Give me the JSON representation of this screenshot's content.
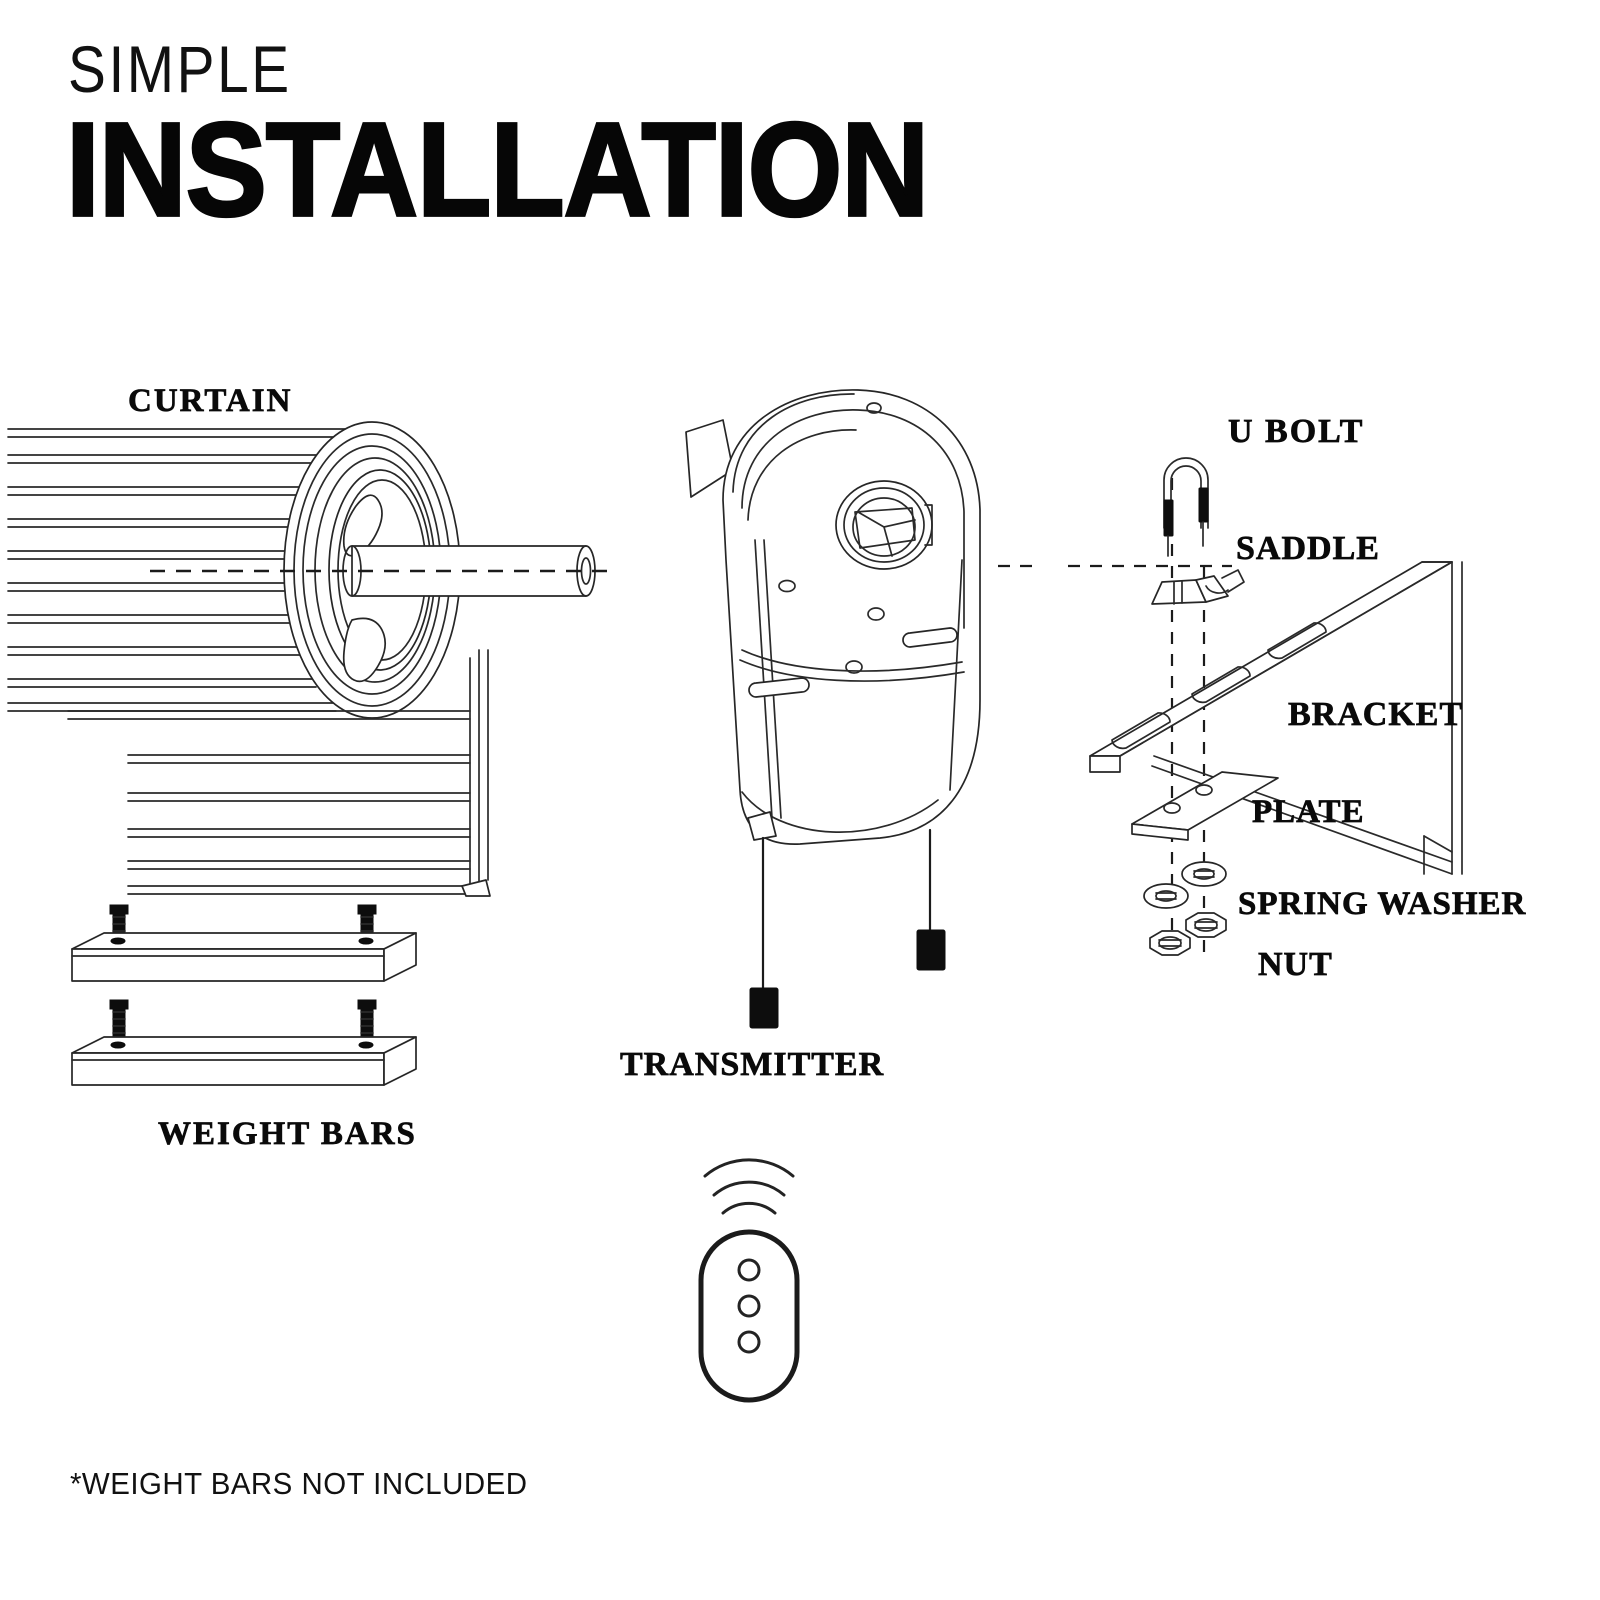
{
  "header": {
    "title_line1": "SIMPLE",
    "title_line2": "INSTALLATION"
  },
  "footnote": "*WEIGHT BARS NOT INCLUDED",
  "labels": {
    "curtain": "CURTAIN",
    "weight_bars": "WEIGHT   BARS",
    "transmitter": "TRANSMITTER",
    "u_bolt": "U BOLT",
    "saddle": "SADDLE",
    "bracket": "BRACKET",
    "plate": "PLATE",
    "spring_washer": "SPRING WASHER",
    "nut": "NUT"
  },
  "icons": {
    "curtain_roll": "rolled-shutter-curtain-icon",
    "curtain_endcap": "roller-endcap-icon",
    "curtain_shaft": "axle-shaft-icon",
    "curtain_centerline": "center-axis-dashed-line",
    "guide_rail": "guide-rail-icon",
    "weight_bar": "weight-bar-icon",
    "screw": "screw-icon",
    "motor": "tubular-motor-unit-icon",
    "motor_cord": "power-cord-icon",
    "motor_terminal": "cord-terminal-block-icon",
    "transmitter_body": "remote-control-icon",
    "transmitter_signal": "wireless-signal-icon",
    "transmitter_button": "remote-button-icon",
    "u_bolt": "u-bolt-icon",
    "saddle": "saddle-clamp-icon",
    "bracket": "mounting-bracket-icon",
    "bracket_slot": "bracket-slot-icon",
    "plate": "backing-plate-icon",
    "spring_washer": "spring-washer-icon",
    "nut": "hex-nut-icon",
    "assembly_axis": "assembly-axis-dashed-line"
  },
  "colors": {
    "background": "#ffffff",
    "ink": "#1b1b1b",
    "text": "#0a0a0a",
    "solid_black": "#0d0d0d"
  },
  "counts": {
    "weight_bars": 2,
    "screws": 4,
    "transmitter_buttons": 3,
    "bracket_slots": 3,
    "spring_washers": 2,
    "nuts": 2,
    "signal_arcs": 3,
    "endcap_rings": 5
  }
}
